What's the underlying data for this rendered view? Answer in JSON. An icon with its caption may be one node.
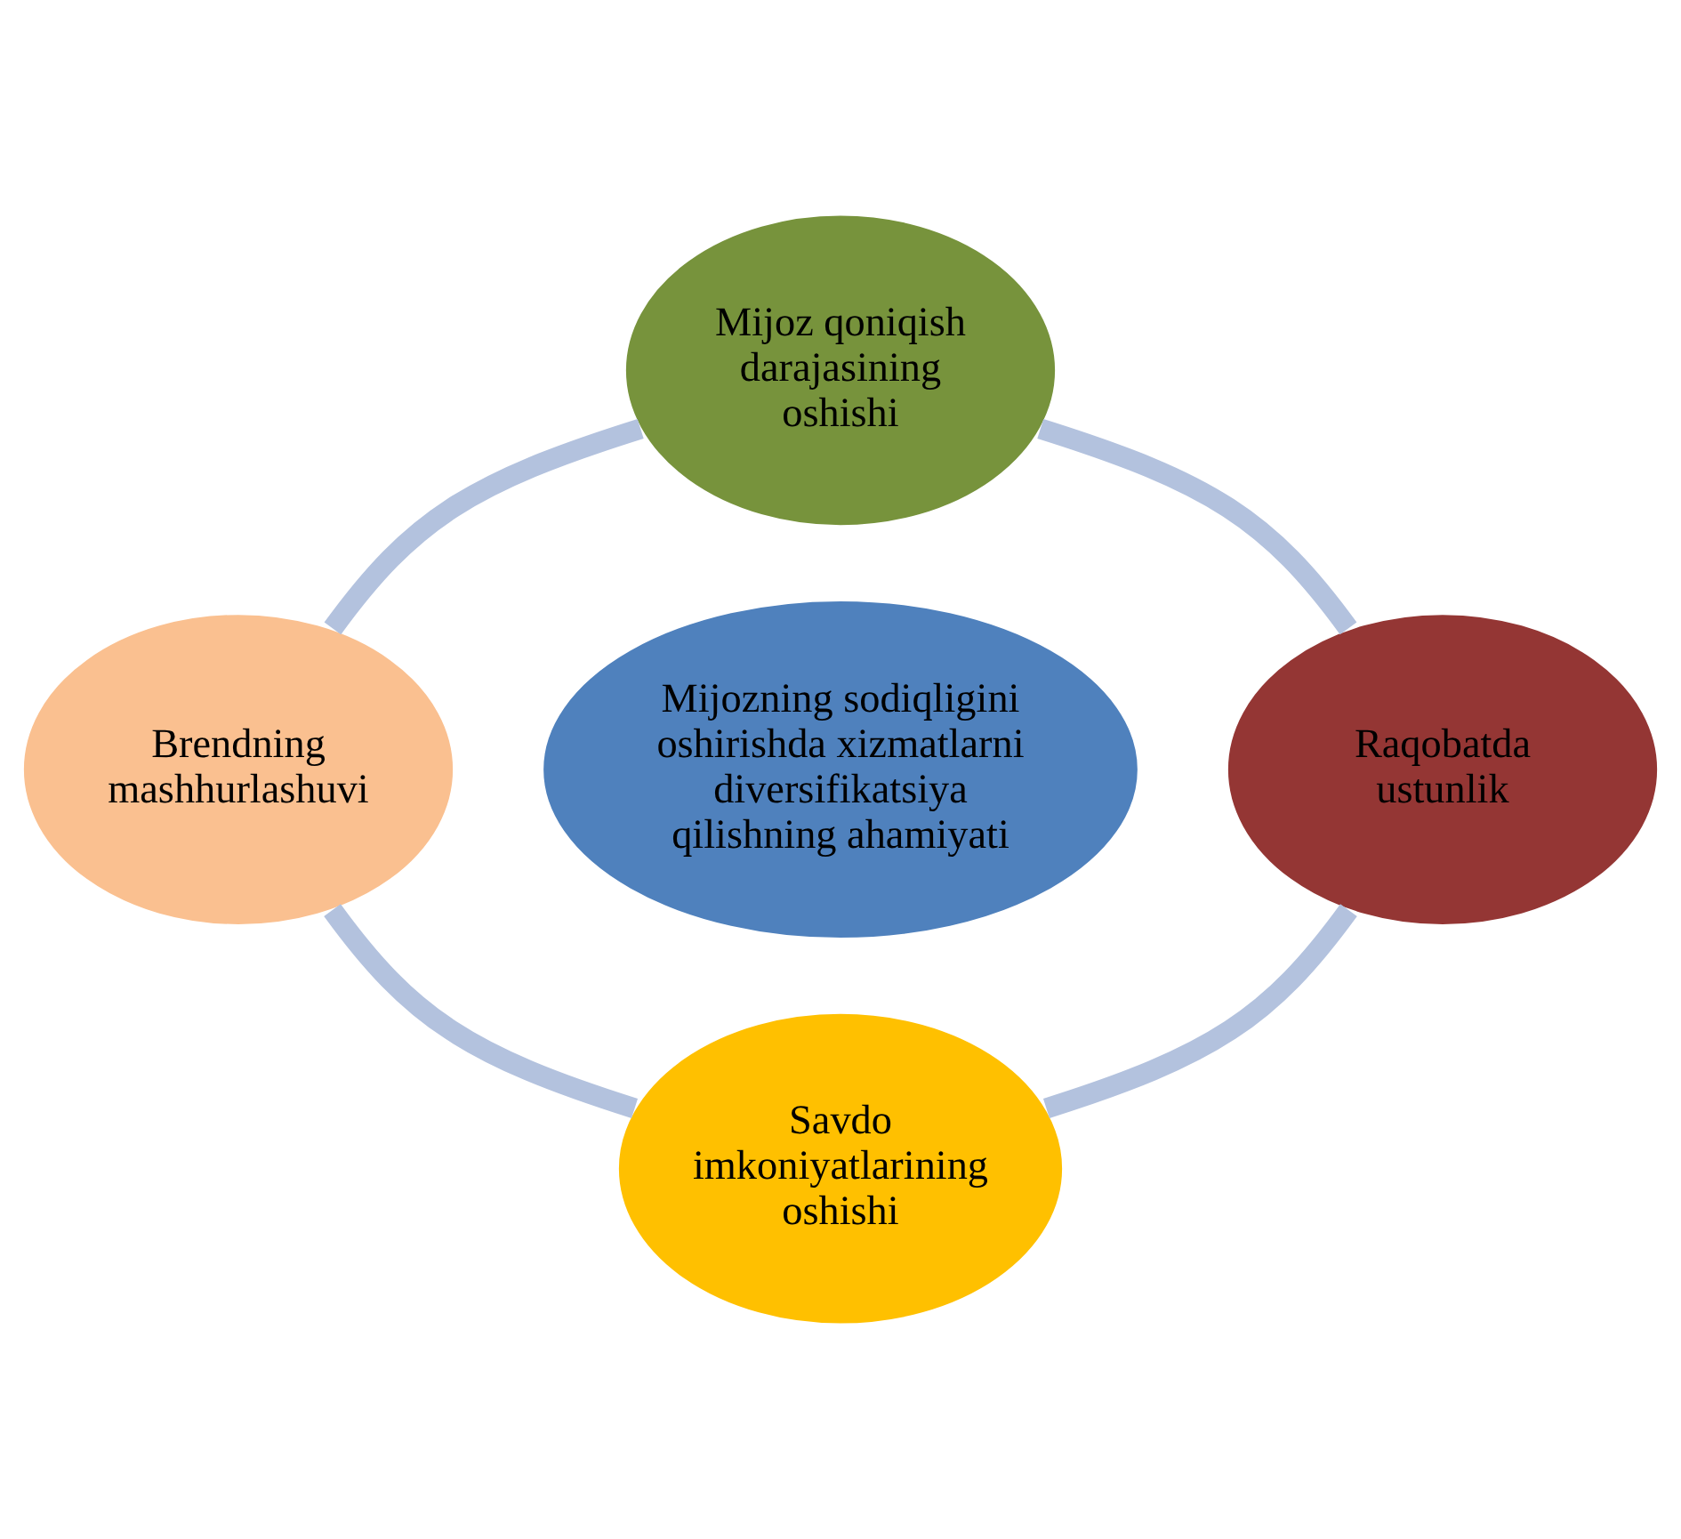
{
  "diagram": {
    "nodes": [
      {
        "text": [
          "Mijoz qoniqish darajasining oshishi"
        ]
      },
      {
        "text": [
          "Brendning mashhurlashuvi"
        ]
      },
      {
        "text": [
          "Mijozning sodiqligini oshirishda xizmatlarni diversifikatsiya qilishning ahamiyati"
        ]
      },
      {
        "text": [
          "Raqobatda ustunlik"
        ]
      },
      {
        "text": [
          "Savdo imkoniyatlarining oshishi"
        ]
      }
    ],
    "edges": [
      {
        "from": 0,
        "to": 3,
        "arrow": "none"
      },
      {
        "from": 3,
        "to": 4,
        "arrow": "none"
      },
      {
        "from": 1,
        "to": 4,
        "arrow": "none"
      },
      {
        "from": 0,
        "to": 1,
        "arrow": "none"
      }
    ]
  }
}
